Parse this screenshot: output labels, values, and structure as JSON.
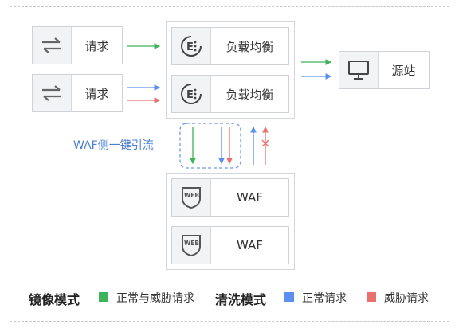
{
  "request_label": "请求",
  "lb_label": "负载均衡",
  "origin_label": "源站",
  "waf_label": "WAF",
  "waf_diversion_label": "WAF侧一键引流",
  "legend": {
    "mirror_mode": "镜像模式",
    "mirror_desc": "正常与威胁请求",
    "clean_mode": "清洗模式",
    "normal_desc": "正常请求",
    "threat_desc": "威胁请求"
  },
  "colors": {
    "green": "#3db35b",
    "blue": "#5b8ff0",
    "red": "#e8726b"
  },
  "icons": {
    "request": "swap-arrows-icon",
    "load_balancer": "load-balancer-icon",
    "origin": "monitor-icon",
    "waf": "web-shield-icon"
  }
}
